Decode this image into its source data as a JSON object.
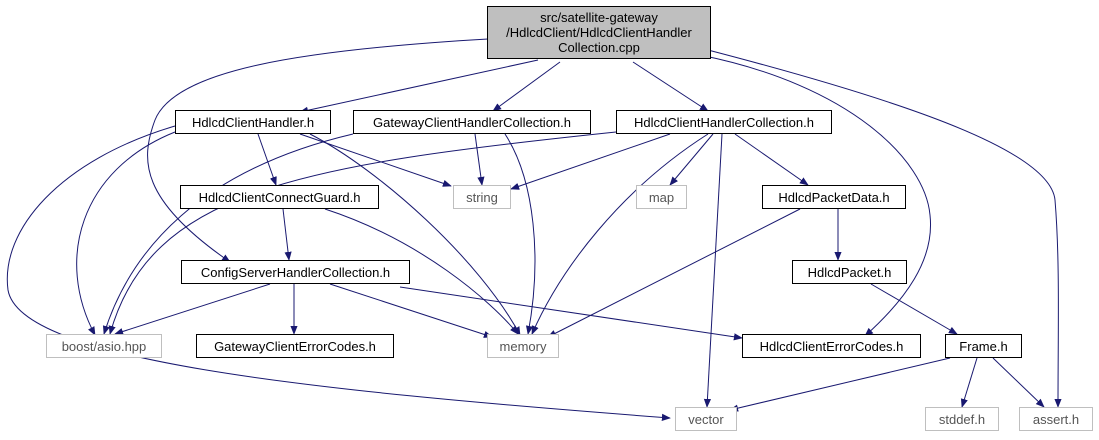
{
  "colors": {
    "edge": "#191970",
    "root_fill": "#bfbfbf",
    "file_border": "#000000",
    "external_border": "#bfbfbf"
  },
  "root": {
    "lines": [
      "src/satellite-gateway",
      "/HdlcdClient/HdlcdClientHandler",
      "Collection.cpp"
    ]
  },
  "nodes": {
    "hdlcd_client_handler_h": "HdlcdClientHandler.h",
    "gateway_client_handler_collection_h": "GatewayClientHandlerCollection.h",
    "hdlcd_client_handler_collection_h": "HdlcdClientHandlerCollection.h",
    "hdlcd_client_connect_guard_h": "HdlcdClientConnectGuard.h",
    "string": "string",
    "map": "map",
    "hdlcd_packet_data_h": "HdlcdPacketData.h",
    "config_server_handler_collection_h": "ConfigServerHandlerCollection.h",
    "hdlcd_packet_h": "HdlcdPacket.h",
    "boost_asio_hpp": "boost/asio.hpp",
    "gateway_client_error_codes_h": "GatewayClientErrorCodes.h",
    "memory": "memory",
    "hdlcd_client_error_codes_h": "HdlcdClientErrorCodes.h",
    "frame_h": "Frame.h",
    "vector": "vector",
    "stddef_h": "stddef.h",
    "assert_h": "assert.h"
  }
}
